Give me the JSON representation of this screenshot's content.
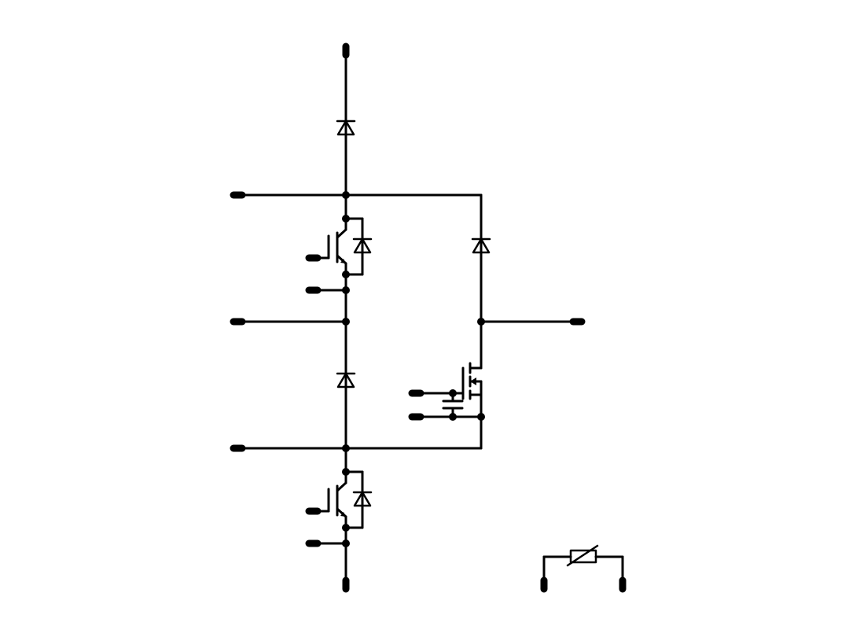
{
  "diagram": {
    "kind": "power module schematic",
    "line_color": "#000000",
    "background_color": "#ffffff",
    "components": [
      {
        "id": "D_top",
        "symbol": "diode"
      },
      {
        "id": "Q_upper",
        "symbol": "igbt-with-antiparallel-diode"
      },
      {
        "id": "D_right",
        "symbol": "diode"
      },
      {
        "id": "D_mid",
        "symbol": "diode"
      },
      {
        "id": "M_right",
        "symbol": "mosfet"
      },
      {
        "id": "C_gate",
        "symbol": "capacitor"
      },
      {
        "id": "Q_lower",
        "symbol": "igbt-with-antiparallel-diode"
      },
      {
        "id": "NTC",
        "symbol": "thermistor"
      }
    ],
    "terminals": [
      "top",
      "left-upper",
      "upper-gate",
      "upper-emitter-sense",
      "left-middle",
      "right-output",
      "mosfet-gate",
      "mosfet-source-sense",
      "left-lower",
      "lower-gate",
      "lower-emitter-sense",
      "bottom",
      "ntc-1",
      "ntc-2"
    ]
  }
}
